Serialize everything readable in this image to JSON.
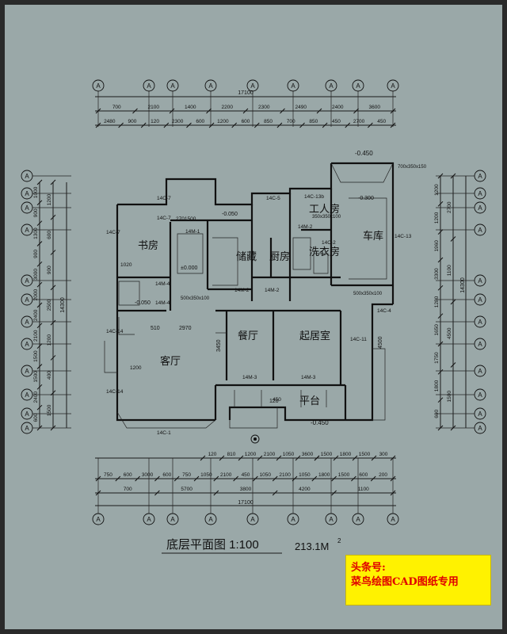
{
  "drawing": {
    "title": "底层平面图 1:100",
    "area": "213.1M",
    "area_sup": "2"
  },
  "watermark": {
    "line1": "头条号:",
    "line2": "菜鸟绘图CAD图纸专用"
  },
  "rooms": {
    "study": "书房",
    "storage": "储藏",
    "kitchen": "厨房",
    "laundry": "洗衣房",
    "servant": "工人房",
    "garage": "车库",
    "living": "客厅",
    "dining": "餐厅",
    "family": "起居室",
    "terrace": "平台"
  },
  "dims_top": {
    "total": "17100",
    "row1": [
      "700",
      "2100",
      "1400",
      "2200",
      "2300",
      "2490",
      "2400",
      "3600"
    ],
    "row2": [
      "2480",
      "900",
      "120",
      "2300",
      "600",
      "1200",
      "600",
      "850",
      "700",
      "850",
      "450",
      "2700",
      "450"
    ]
  },
  "dims_bottom": {
    "row1": [
      "120",
      "810",
      "1200",
      "2100",
      "1050",
      "3600"
    ],
    "row2": [
      "750",
      "600",
      "3000",
      "600",
      "750",
      "1050",
      "2100",
      "450",
      "1050",
      "2100",
      "1050",
      "1800",
      "1500",
      "600",
      "200"
    ],
    "row3": [
      "700",
      "5700",
      "3800",
      "4200",
      "1100"
    ],
    "total": "17100",
    "row1b": [
      "1500",
      "1800",
      "1500",
      "300"
    ]
  },
  "dims_left": {
    "total": "14300",
    "row1": [
      "1000",
      "900",
      "1300",
      "900",
      "3000",
      "2000",
      "2400",
      "2100",
      "1500",
      "1500",
      "2400",
      "600"
    ],
    "row2": [
      "1200",
      "600",
      "900",
      "2500",
      "1200",
      "400",
      "1500"
    ]
  },
  "dims_right": {
    "total": "14300",
    "row1": [
      "1200",
      "1200",
      "1960",
      "3300",
      "1280",
      "1650",
      "1750",
      "1800",
      "600"
    ],
    "row2": [
      "2700",
      "1100",
      "4500",
      "1500"
    ]
  },
  "axes": {
    "top": [
      "A",
      "A",
      "A",
      "A",
      "A",
      "A",
      "A",
      "A",
      "A"
    ],
    "bottom": [
      "A",
      "A",
      "A",
      "A",
      "A",
      "A",
      "A",
      "A",
      "A"
    ],
    "left": [
      "A",
      "A",
      "A",
      "A",
      "A",
      "A",
      "A",
      "A",
      "A",
      "A",
      "A",
      "A"
    ],
    "right": [
      "A",
      "A",
      "A",
      "A",
      "A",
      "A",
      "A",
      "A",
      "A",
      "A",
      "A",
      "A"
    ]
  },
  "labels": {
    "elev1": "-0.450",
    "elev2": "-0.050",
    "elev3": "-0.300",
    "elev4": "±0.000",
    "elev5": "-0.050",
    "elev6": "-0.450",
    "win": [
      "14C-7",
      "14C-7",
      "14C-7",
      "14C-5",
      "14C-13b",
      "14C-13",
      "14C-14",
      "14C-14",
      "14C-1",
      "14C-4",
      "14C-11",
      "14C-2"
    ],
    "door": [
      "14M-1",
      "14M-2",
      "14M-2",
      "14M-3",
      "14M-3",
      "14M-4",
      "14M-4",
      "14M-2"
    ],
    "misc": [
      "500x350x100",
      "500x350x100",
      "350x350x100",
      "700x350x150",
      "1020",
      "2970",
      "3450",
      "510",
      "4500",
      "120",
      "1200",
      "2701500",
      "450"
    ]
  }
}
